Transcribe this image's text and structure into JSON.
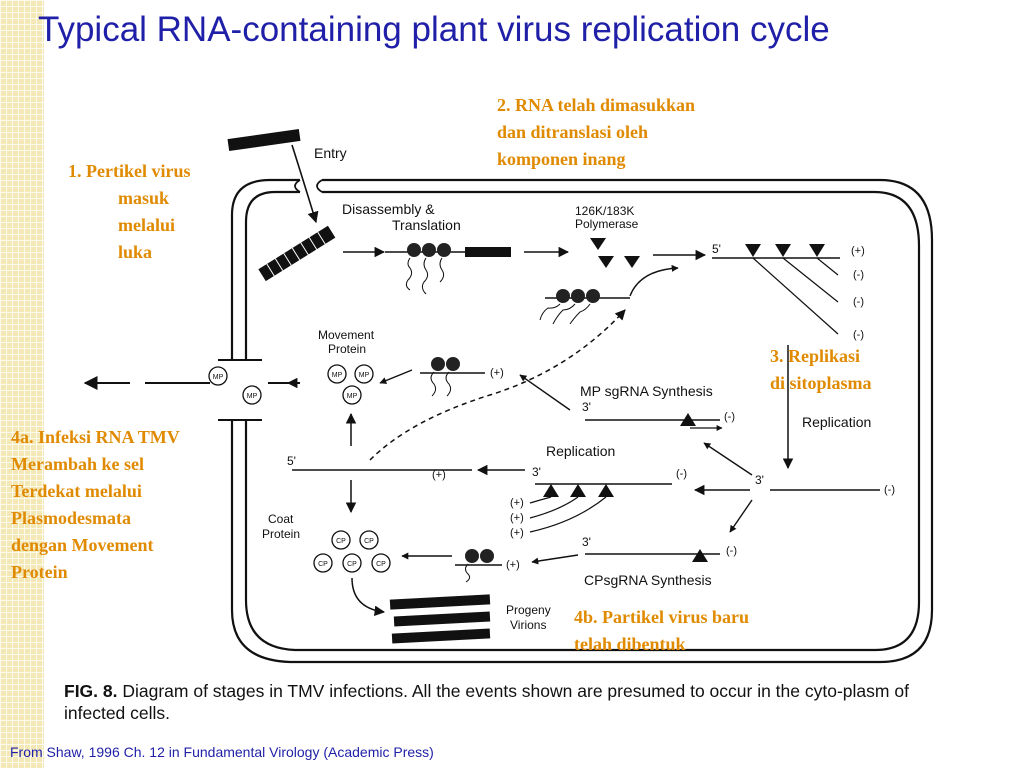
{
  "slide": {
    "title": "Typical RNA-containing plant virus replication cycle",
    "citation": "From Shaw, 1996 Ch. 12 in Fundamental Virology  (Academic Press)",
    "title_color": "#1f1fa8",
    "annotation_color": "#e08a00"
  },
  "annotations": {
    "step1": [
      "1. Pertikel virus",
      "masuk",
      "melalui",
      "luka"
    ],
    "step2": [
      "2. RNA telah dimasukkan",
      "dan ditranslasi oleh",
      "komponen inang"
    ],
    "step3": [
      "3. Replikasi",
      "di sitoplasma"
    ],
    "step4a": [
      "4a. Infeksi RNA TMV",
      "Merambah ke sel",
      "Terdekat melalui",
      "Plasmodesmata",
      "dengan Movement",
      "Protein"
    ],
    "step4b": [
      "4b. Partikel virus baru",
      "telah dibentuk"
    ]
  },
  "diagram": {
    "entry": "Entry",
    "disassembly": [
      "Disassembly &",
      "Translation"
    ],
    "polymerase": [
      "126K/183K",
      "Polymerase"
    ],
    "movement_protein": [
      "Movement",
      "Protein"
    ],
    "mp": "MP",
    "mp_sgrna": "MP sgRNA Synthesis",
    "replication": "Replication",
    "coat_protein": [
      "Coat",
      "Protein"
    ],
    "cp": "CP",
    "cp_sgrna": "CPsgRNA Synthesis",
    "progeny_virions": [
      "Progeny",
      "Virions"
    ],
    "five_prime": "5'",
    "three_prime": "3'",
    "plus": "(+)",
    "minus": "(-)"
  },
  "caption": {
    "label": "FIG. 8.",
    "text": "Diagram of stages in TMV infections. All the events shown are presumed to occur in the cyto-plasm of infected cells."
  }
}
